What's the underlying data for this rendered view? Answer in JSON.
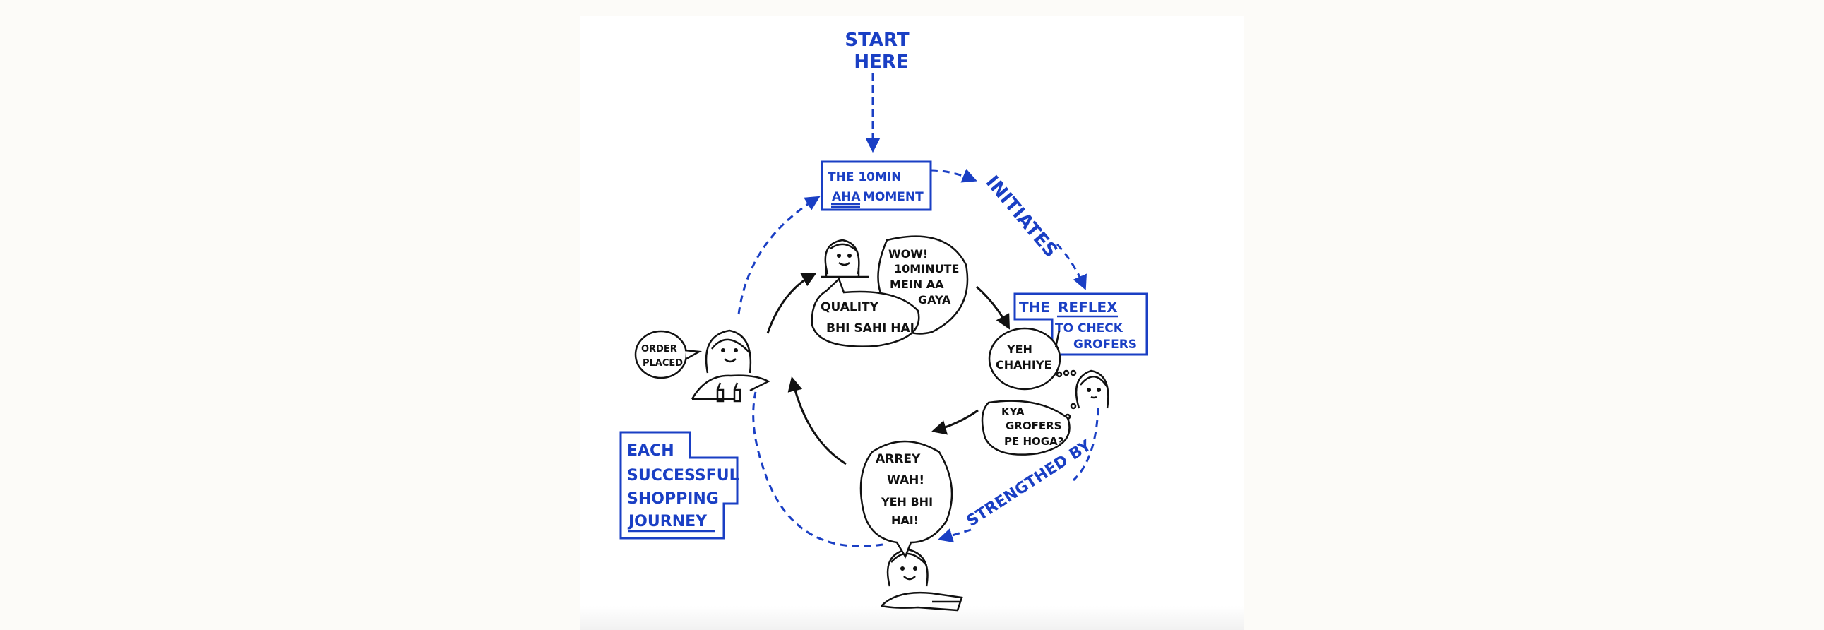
{
  "colors": {
    "accent_blue": "#1a3fc4",
    "ink": "#111111",
    "page": "#ffffff",
    "background": "#fcfbf8"
  },
  "start": {
    "line1": "START",
    "line2": "HERE"
  },
  "aha_box": {
    "line1": "THE 10MIN",
    "word_aha": "AHA",
    "word_moment": "MOMENT"
  },
  "initiates": "INITIATES",
  "reflex_box": {
    "word_the": "THE",
    "word_reflex": "REFLEX",
    "line2": "TO CHECK",
    "line3": "GROFERS"
  },
  "strengthened_by": "STRENGTHED BY",
  "each_box": {
    "line1": "EACH",
    "line2": "SUCCESSFUL",
    "line3": "SHOPPING",
    "line4": "JOURNEY"
  },
  "bubbles": {
    "wow": {
      "line1": "WOW!",
      "line2": "10MINUTE",
      "line3": "MEIN AA",
      "line4": "GAYA"
    },
    "quality": {
      "line1": "QUALITY",
      "line2": "BHI SAHI HAI"
    },
    "yeh_chahiye": {
      "line1": "YEH",
      "line2": "CHAHIYE"
    },
    "kya_grofers": {
      "line1": "KYA",
      "line2": "GROFERS",
      "line3": "PE HOGA?"
    },
    "arrey_wah": {
      "line1": "ARREY",
      "line2": "WAH!",
      "line3": "YEH BHI",
      "line4": "HAI!"
    },
    "order_placed": {
      "line1": "ORDER",
      "line2": "PLACED"
    }
  },
  "figures": [
    "figure-happy-top",
    "figure-thinking-right",
    "figure-reading-bottom",
    "figure-thumbs-up-left"
  ]
}
